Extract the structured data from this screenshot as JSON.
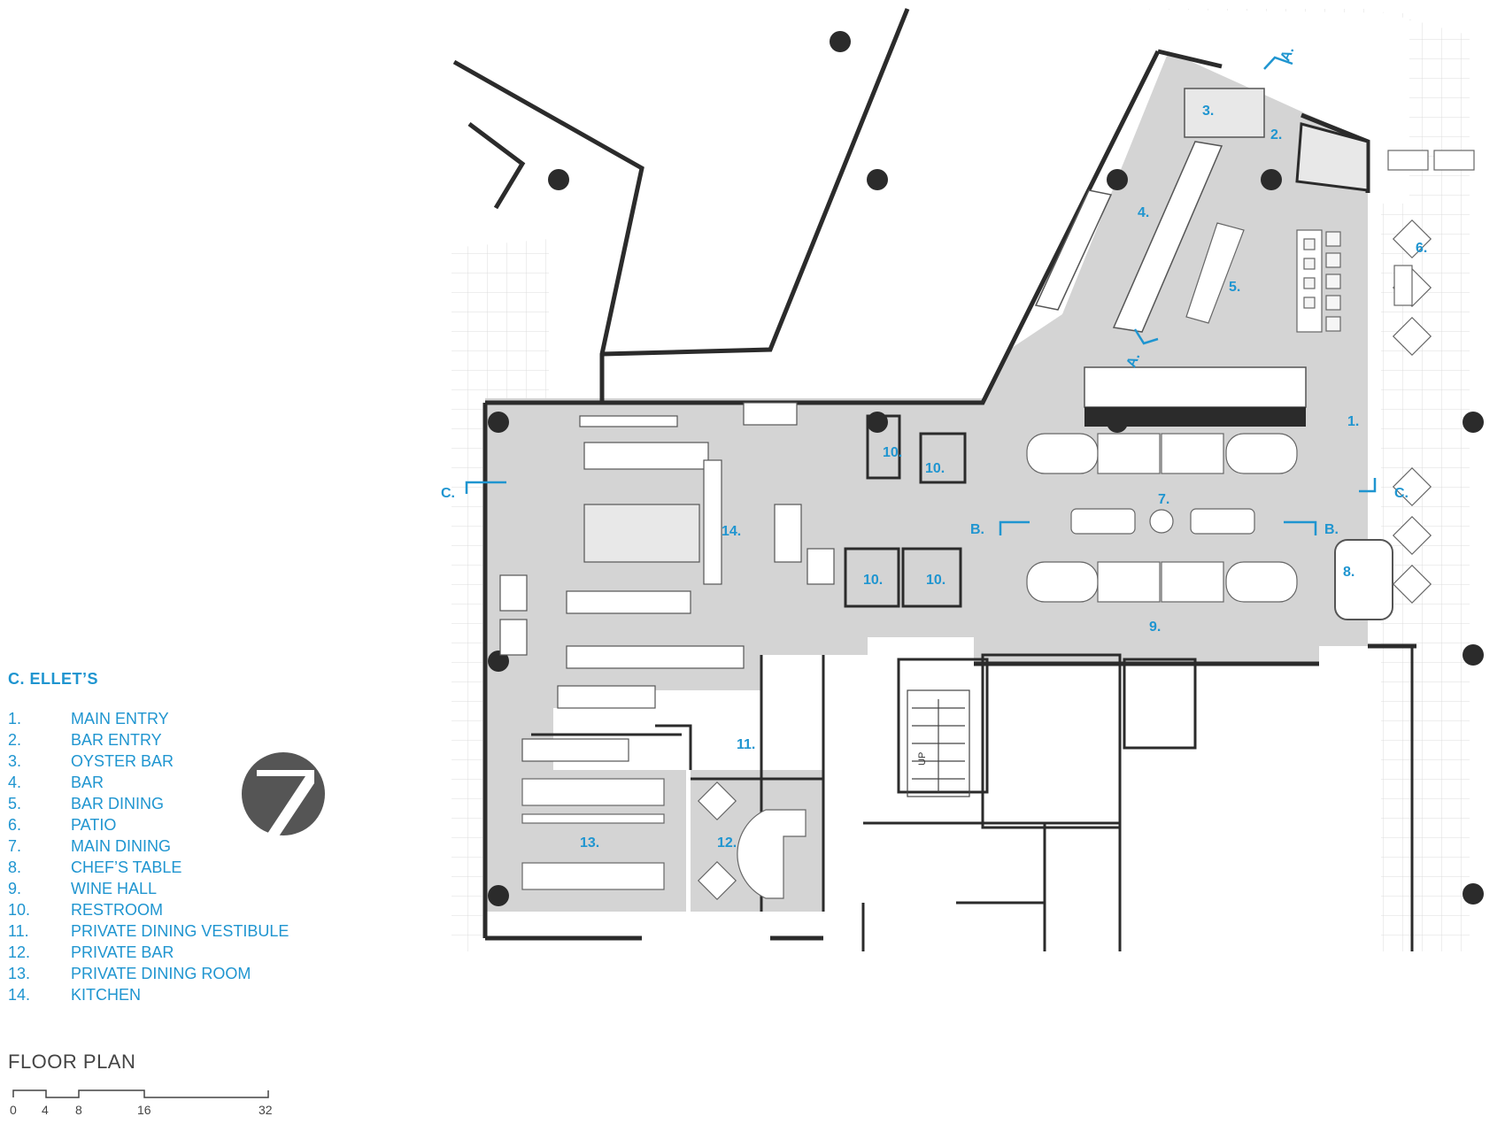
{
  "legend": {
    "title": "C. ELLET’S",
    "items": [
      {
        "num": "1.",
        "label": "MAIN ENTRY"
      },
      {
        "num": "2.",
        "label": "BAR ENTRY"
      },
      {
        "num": "3.",
        "label": "OYSTER BAR"
      },
      {
        "num": "4.",
        "label": "BAR"
      },
      {
        "num": "5.",
        "label": "BAR DINING"
      },
      {
        "num": "6.",
        "label": "PATIO"
      },
      {
        "num": "7.",
        "label": "MAIN DINING"
      },
      {
        "num": "8.",
        "label": "CHEF’S TABLE"
      },
      {
        "num": "9.",
        "label": "WINE HALL"
      },
      {
        "num": "10.",
        "label": "RESTROOM"
      },
      {
        "num": "11.",
        "label": "PRIVATE DINING VESTIBULE"
      },
      {
        "num": "12.",
        "label": "PRIVATE BAR"
      },
      {
        "num": "13.",
        "label": "PRIVATE DINING ROOM"
      },
      {
        "num": "14.",
        "label": "KITCHEN"
      }
    ]
  },
  "plan_title": "FLOOR PLAN",
  "scale_bar": [
    "0",
    "4",
    "8",
    "16",
    "32"
  ],
  "room_labels": [
    "1.",
    "2.",
    "3.",
    "4.",
    "5.",
    "6.",
    "7.",
    "8.",
    "9.",
    "10.",
    "10.",
    "10.",
    "10.",
    "11.",
    "12.",
    "13.",
    "14."
  ],
  "section_markers": [
    "A.",
    "A.",
    "B.",
    "B.",
    "C.",
    "C."
  ],
  "colors": {
    "accent": "#1f95d0",
    "wall": "#2b2b2b",
    "floor": "#d4d4d4",
    "grid": "#e2e2e2"
  }
}
